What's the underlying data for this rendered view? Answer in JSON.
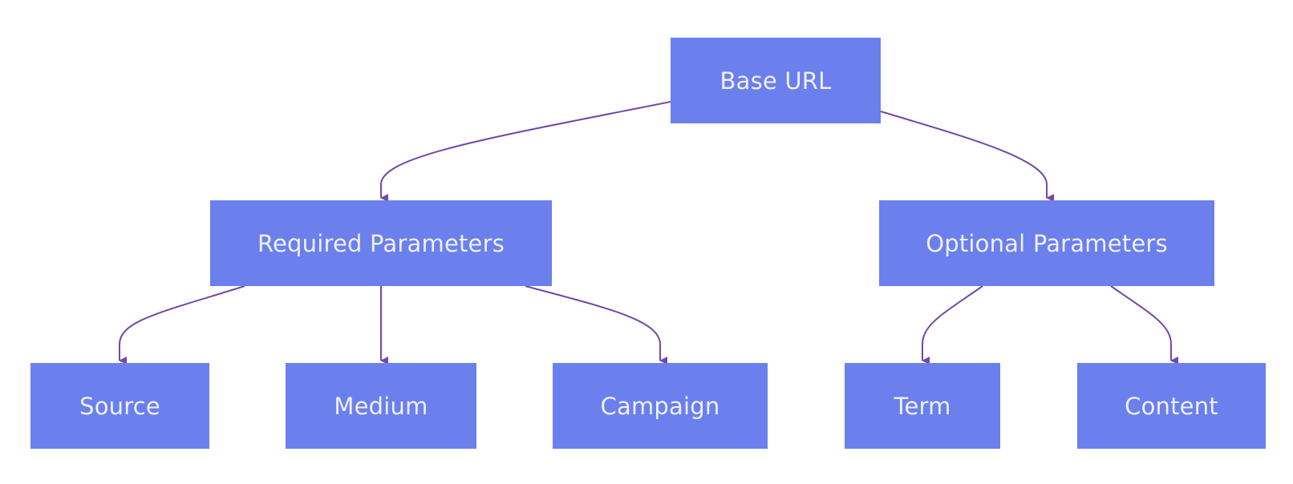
{
  "diagram": {
    "type": "flowchart-tree",
    "colors": {
      "node_fill": "#6b80ec",
      "node_text": "#eef0fb",
      "edge": "#7448a8",
      "background": "#ffffff"
    },
    "nodes": {
      "base": "Base URL",
      "required": "Required Parameters",
      "optional": "Optional Parameters",
      "source": "Source",
      "medium": "Medium",
      "campaign": "Campaign",
      "term": "Term",
      "content": "Content"
    },
    "edges": [
      {
        "from": "base",
        "to": "required"
      },
      {
        "from": "base",
        "to": "optional"
      },
      {
        "from": "required",
        "to": "source"
      },
      {
        "from": "required",
        "to": "medium"
      },
      {
        "from": "required",
        "to": "campaign"
      },
      {
        "from": "optional",
        "to": "term"
      },
      {
        "from": "optional",
        "to": "content"
      }
    ]
  }
}
